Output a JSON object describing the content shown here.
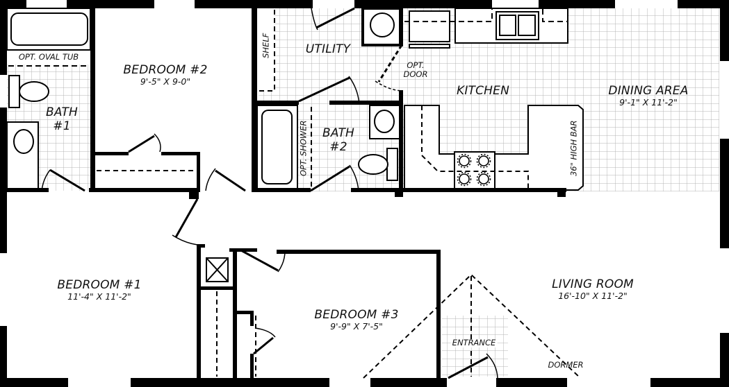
{
  "plan": {
    "rooms": [
      {
        "id": "bedroom2",
        "name": "BEDROOM #2",
        "dims": "9'-5\" X 9-0\""
      },
      {
        "id": "bath1",
        "name": "BATH",
        "name2": "#1"
      },
      {
        "id": "utility",
        "name": "UTILITY"
      },
      {
        "id": "kitchen",
        "name": "KITCHEN"
      },
      {
        "id": "dining",
        "name": "DINING AREA",
        "dims": "9'-1\" X 11'-2\""
      },
      {
        "id": "bath2",
        "name": "BATH",
        "name2": "#2"
      },
      {
        "id": "bedroom1",
        "name": "BEDROOM #1",
        "dims": "11'-4\" X 11'-2\""
      },
      {
        "id": "bedroom3",
        "name": "BEDROOM #3",
        "dims": "9'-9\" X 7'-5\""
      },
      {
        "id": "living",
        "name": "LIVING ROOM",
        "dims": "16'-10\" X 11'-2\""
      }
    ],
    "notes": {
      "opt_oval_tub": "OPT. OVAL TUB",
      "shelf": "SHELF",
      "opt_door_1": "OPT.",
      "opt_door_2": "DOOR",
      "opt_shower": "OPT. SHOWER",
      "high_bar": "36\" HIGH BAR",
      "entrance": "ENTRANCE",
      "dormer": "DORMER"
    },
    "colors": {
      "wall": "#000000",
      "tile_grid": "#b4b4b4",
      "background": "#ffffff",
      "text": "#111111"
    }
  }
}
